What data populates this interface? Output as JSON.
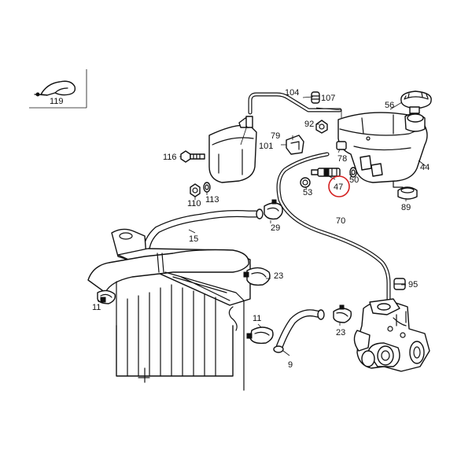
{
  "colors": {
    "line": "#111111",
    "highlight": "#d42020",
    "background": "#ffffff"
  },
  "highlighted_part": "47",
  "labels": {
    "p119": "119",
    "p104": "104",
    "p107": "107",
    "p56": "56",
    "p92": "92",
    "p79": "79",
    "p101": "101",
    "p116": "116",
    "p78": "78",
    "p44": "44",
    "p53": "53",
    "p47": "47",
    "p50": "50",
    "p110": "110",
    "p113": "113",
    "p89": "89",
    "p70": "70",
    "p29": "29",
    "p15": "15",
    "p23a": "23",
    "p95": "95",
    "p11a": "11",
    "p11b": "11",
    "p23b": "23",
    "p9": "9"
  }
}
